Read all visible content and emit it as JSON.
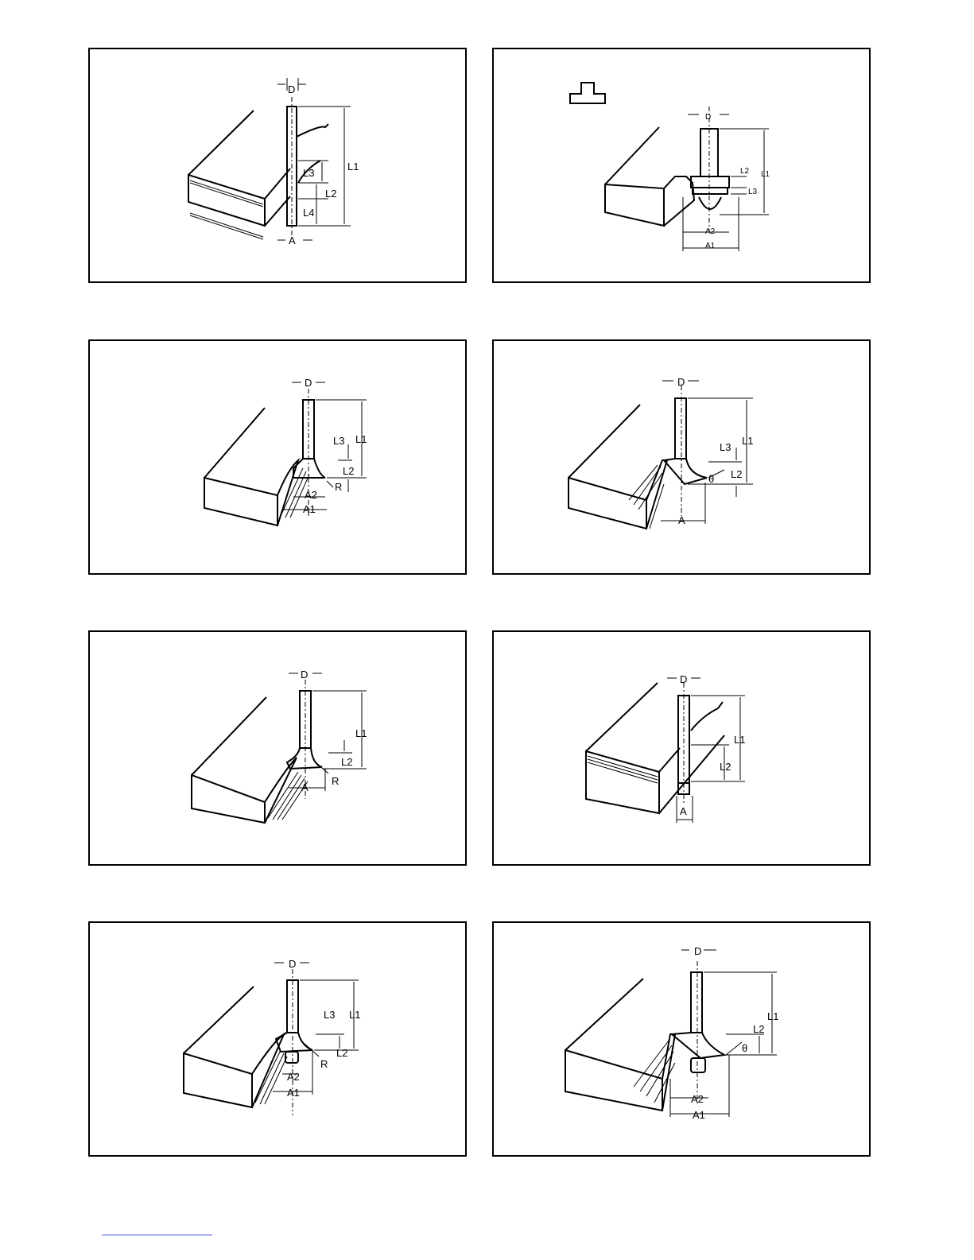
{
  "figures": [
    {
      "id": "fig1",
      "labels": {
        "d": "D",
        "l1": "L1",
        "l2": "L2",
        "l3": "L3",
        "l4": "L4",
        "a": "A"
      }
    },
    {
      "id": "fig2",
      "labels": {
        "d": "D",
        "l1": "L1",
        "l2": "L2",
        "l3": "L3",
        "a1": "A1",
        "a2": "A2"
      }
    },
    {
      "id": "fig3",
      "labels": {
        "d": "D",
        "l1": "L1",
        "l2": "L2",
        "l3": "L3",
        "r": "R",
        "a1": "A1",
        "a2": "A2"
      }
    },
    {
      "id": "fig4",
      "labels": {
        "d": "D",
        "l1": "L1",
        "l2": "L2",
        "l3": "L3",
        "theta": "θ",
        "a": "A"
      }
    },
    {
      "id": "fig5",
      "labels": {
        "d": "D",
        "l1": "L1",
        "l2": "L2",
        "r": "R",
        "a": "A"
      }
    },
    {
      "id": "fig6",
      "labels": {
        "d": "D",
        "l1": "L1",
        "l2": "L2",
        "a": "A"
      }
    },
    {
      "id": "fig7",
      "labels": {
        "d": "D",
        "l1": "L1",
        "l2": "L2",
        "l3": "L3",
        "r": "R",
        "a1": "A1",
        "a2": "A2"
      }
    },
    {
      "id": "fig8",
      "labels": {
        "d": "D",
        "l1": "L1",
        "l2": "L2",
        "theta": "θ",
        "a1": "A1",
        "a2": "A2"
      }
    }
  ],
  "colors": {
    "line": "#000000",
    "background": "#ffffff",
    "link": "#3a4fd8"
  }
}
